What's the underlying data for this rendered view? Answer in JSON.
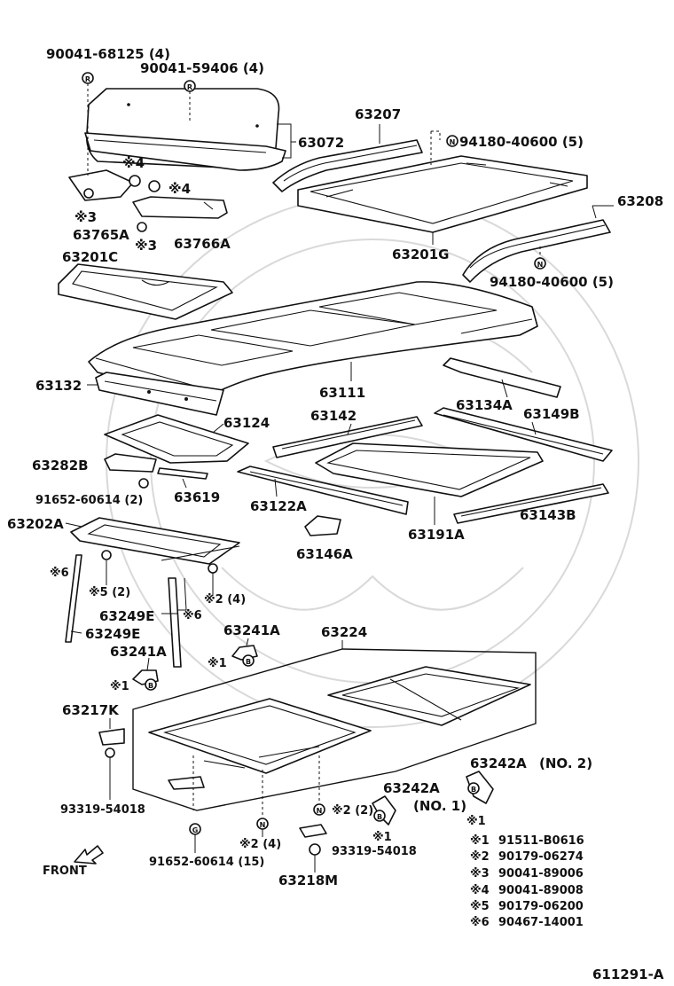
{
  "callouts": {
    "c1": "90041-68125 (4)",
    "c2": "90041-59406 (4)",
    "c3": "63072",
    "c4": "63207",
    "c5": "94180-40600 (5)",
    "c6": "63208",
    "c7": "94180-40600 (5)",
    "c8": "63201G",
    "c9": "※4",
    "c10": "※4",
    "c11": "※3",
    "c12": "※3",
    "c13": "63765A",
    "c14": "63766A",
    "c15": "63201C",
    "c16": "63132",
    "c17": "63111",
    "c18": "63134A",
    "c19": "63149B",
    "c20": "63124",
    "c21": "63142",
    "c22": "63282B",
    "c23": "63619",
    "c24": "91652-60614 (2)",
    "c25": "63122A",
    "c26": "63191A",
    "c27": "63143B",
    "c28": "63202A",
    "c29": "63146A",
    "c30": "※6",
    "c31": "※5 (2)",
    "c32": "※2 (4)",
    "c33": "63249E",
    "c34": "※6",
    "c35": "63249E",
    "c36": "63241A",
    "c37": "63224",
    "c38": "63241A",
    "c39": "※1",
    "c40": "※1",
    "c41": "63217K",
    "c42": "63242A",
    "c43": "(NO. 2)",
    "c44": "63242A",
    "c45": "(NO. 1)",
    "c46": "※1",
    "c47": "※1",
    "c48": "93319-54018",
    "c49": "※2 (2)",
    "c50": "91652-60614 (15)",
    "c51": "※2 (4)",
    "c52": "93319-54018",
    "c53": "63218M",
    "c54": "FRONT",
    "c55": "611291-A"
  },
  "legend": [
    {
      "mark": "※1",
      "part": "91511-B0616"
    },
    {
      "mark": "※2",
      "part": "90179-06274"
    },
    {
      "mark": "※3",
      "part": "90041-89006"
    },
    {
      "mark": "※4",
      "part": "90041-89008"
    },
    {
      "mark": "※5",
      "part": "90179-06200"
    },
    {
      "mark": "※6",
      "part": "90467-14001"
    }
  ],
  "fastener_marks": {
    "R": "R",
    "N": "N",
    "B": "B",
    "G": "G"
  }
}
